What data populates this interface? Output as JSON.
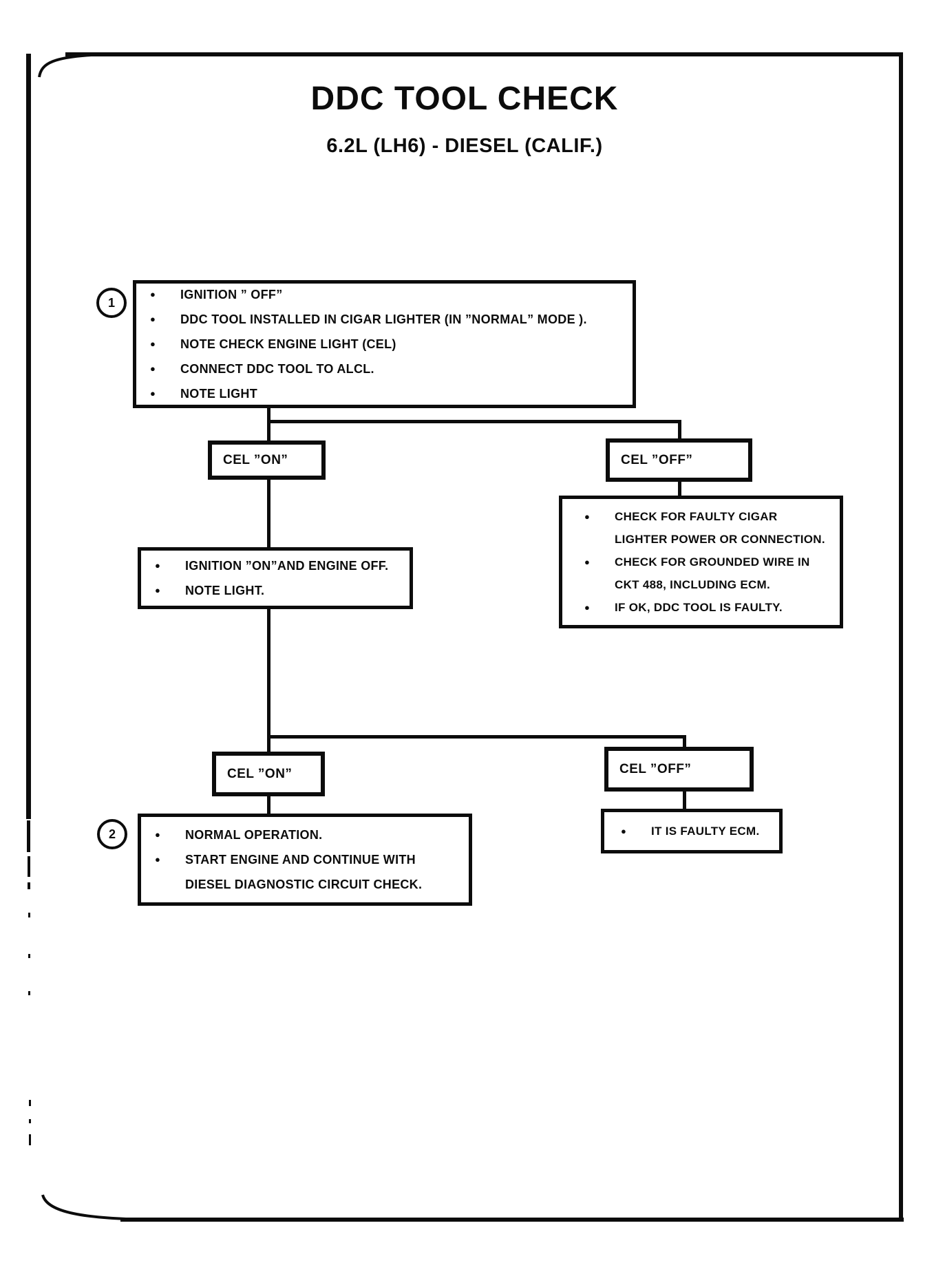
{
  "page": {
    "title": "DDC TOOL CHECK",
    "subtitle": "6.2L (LH6) - DIESEL (CALIF.)"
  },
  "colors": {
    "ink": "#0c0c0c",
    "paper": "#ffffff"
  },
  "flow": {
    "bullet": "●",
    "marker1": "1",
    "marker2": "2",
    "initial_checks": {
      "items": [
        "IGNITION ” OFF”",
        "DDC TOOL INSTALLED IN CIGAR LIGHTER (IN ”NORMAL” MODE ).",
        "NOTE CHECK ENGINE LIGHT (CEL)",
        "CONNECT DDC TOOL TO ALCL.",
        "NOTE LIGHT"
      ]
    },
    "cel_on_1": {
      "label": "CEL ”ON”"
    },
    "cel_off_1": {
      "label": "CEL ”OFF”"
    },
    "ignition_on": {
      "items": [
        "IGNITION ”ON”AND ENGINE OFF.",
        "NOTE LIGHT."
      ]
    },
    "cel_off_actions": {
      "items": [
        "CHECK FOR FAULTY CIGAR LIGHTER POWER OR CONNECTION.",
        "CHECK FOR GROUNDED WIRE IN CKT 488, INCLUDING ECM.",
        "IF OK, DDC TOOL IS FAULTY."
      ]
    },
    "cel_on_2": {
      "label": "CEL ”ON”"
    },
    "cel_off_2": {
      "label": "CEL ”OFF”"
    },
    "normal_operation": {
      "items": [
        "NORMAL OPERATION.",
        "START ENGINE AND CONTINUE WITH DIESEL DIAGNOSTIC CIRCUIT CHECK."
      ]
    },
    "faulty_ecm": {
      "items": [
        "IT IS FAULTY ECM."
      ]
    }
  }
}
